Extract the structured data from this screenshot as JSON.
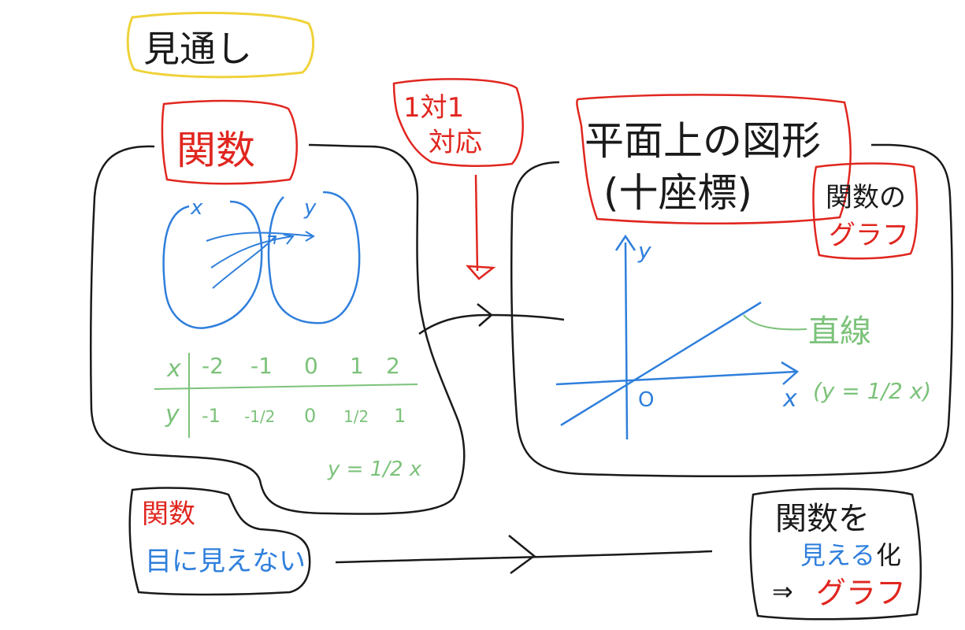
{
  "title": "見通し",
  "colors": {
    "ink": "#1a1a1a",
    "red": "#e0261f",
    "blue": "#2f7fdc",
    "green": "#7cc27a",
    "yellow": "#f0d23a"
  },
  "function_box": {
    "label": "関数",
    "x_set": "x",
    "y_set": "y",
    "table": {
      "x_label": "x",
      "y_label": "y",
      "x_values": [
        "-2",
        "-1",
        "0",
        "1",
        "2"
      ],
      "y_values": [
        "-1",
        "-1/2",
        "0",
        "1/2",
        "1"
      ]
    },
    "equation": "y = 1/2 x"
  },
  "one_to_one": {
    "line1": "1対1",
    "line2": "対応"
  },
  "plane_box": {
    "label_line1": "平面上の図形",
    "label_line2": "(十座標)",
    "graph_tag_line1": "関数の",
    "graph_tag_line2": "グラフ",
    "axis_x": "x",
    "axis_y": "y",
    "origin": "O",
    "line_label": "直線",
    "line_equation": "(y = 1/2 x)"
  },
  "bottom_left": {
    "line1": "関数",
    "line2": "目に見えない"
  },
  "bottom_right": {
    "line1": "関数を",
    "line2_part1": "見える",
    "line2_part2": "化",
    "line3_arrow": "⇒",
    "line3_text": "グラフ"
  }
}
